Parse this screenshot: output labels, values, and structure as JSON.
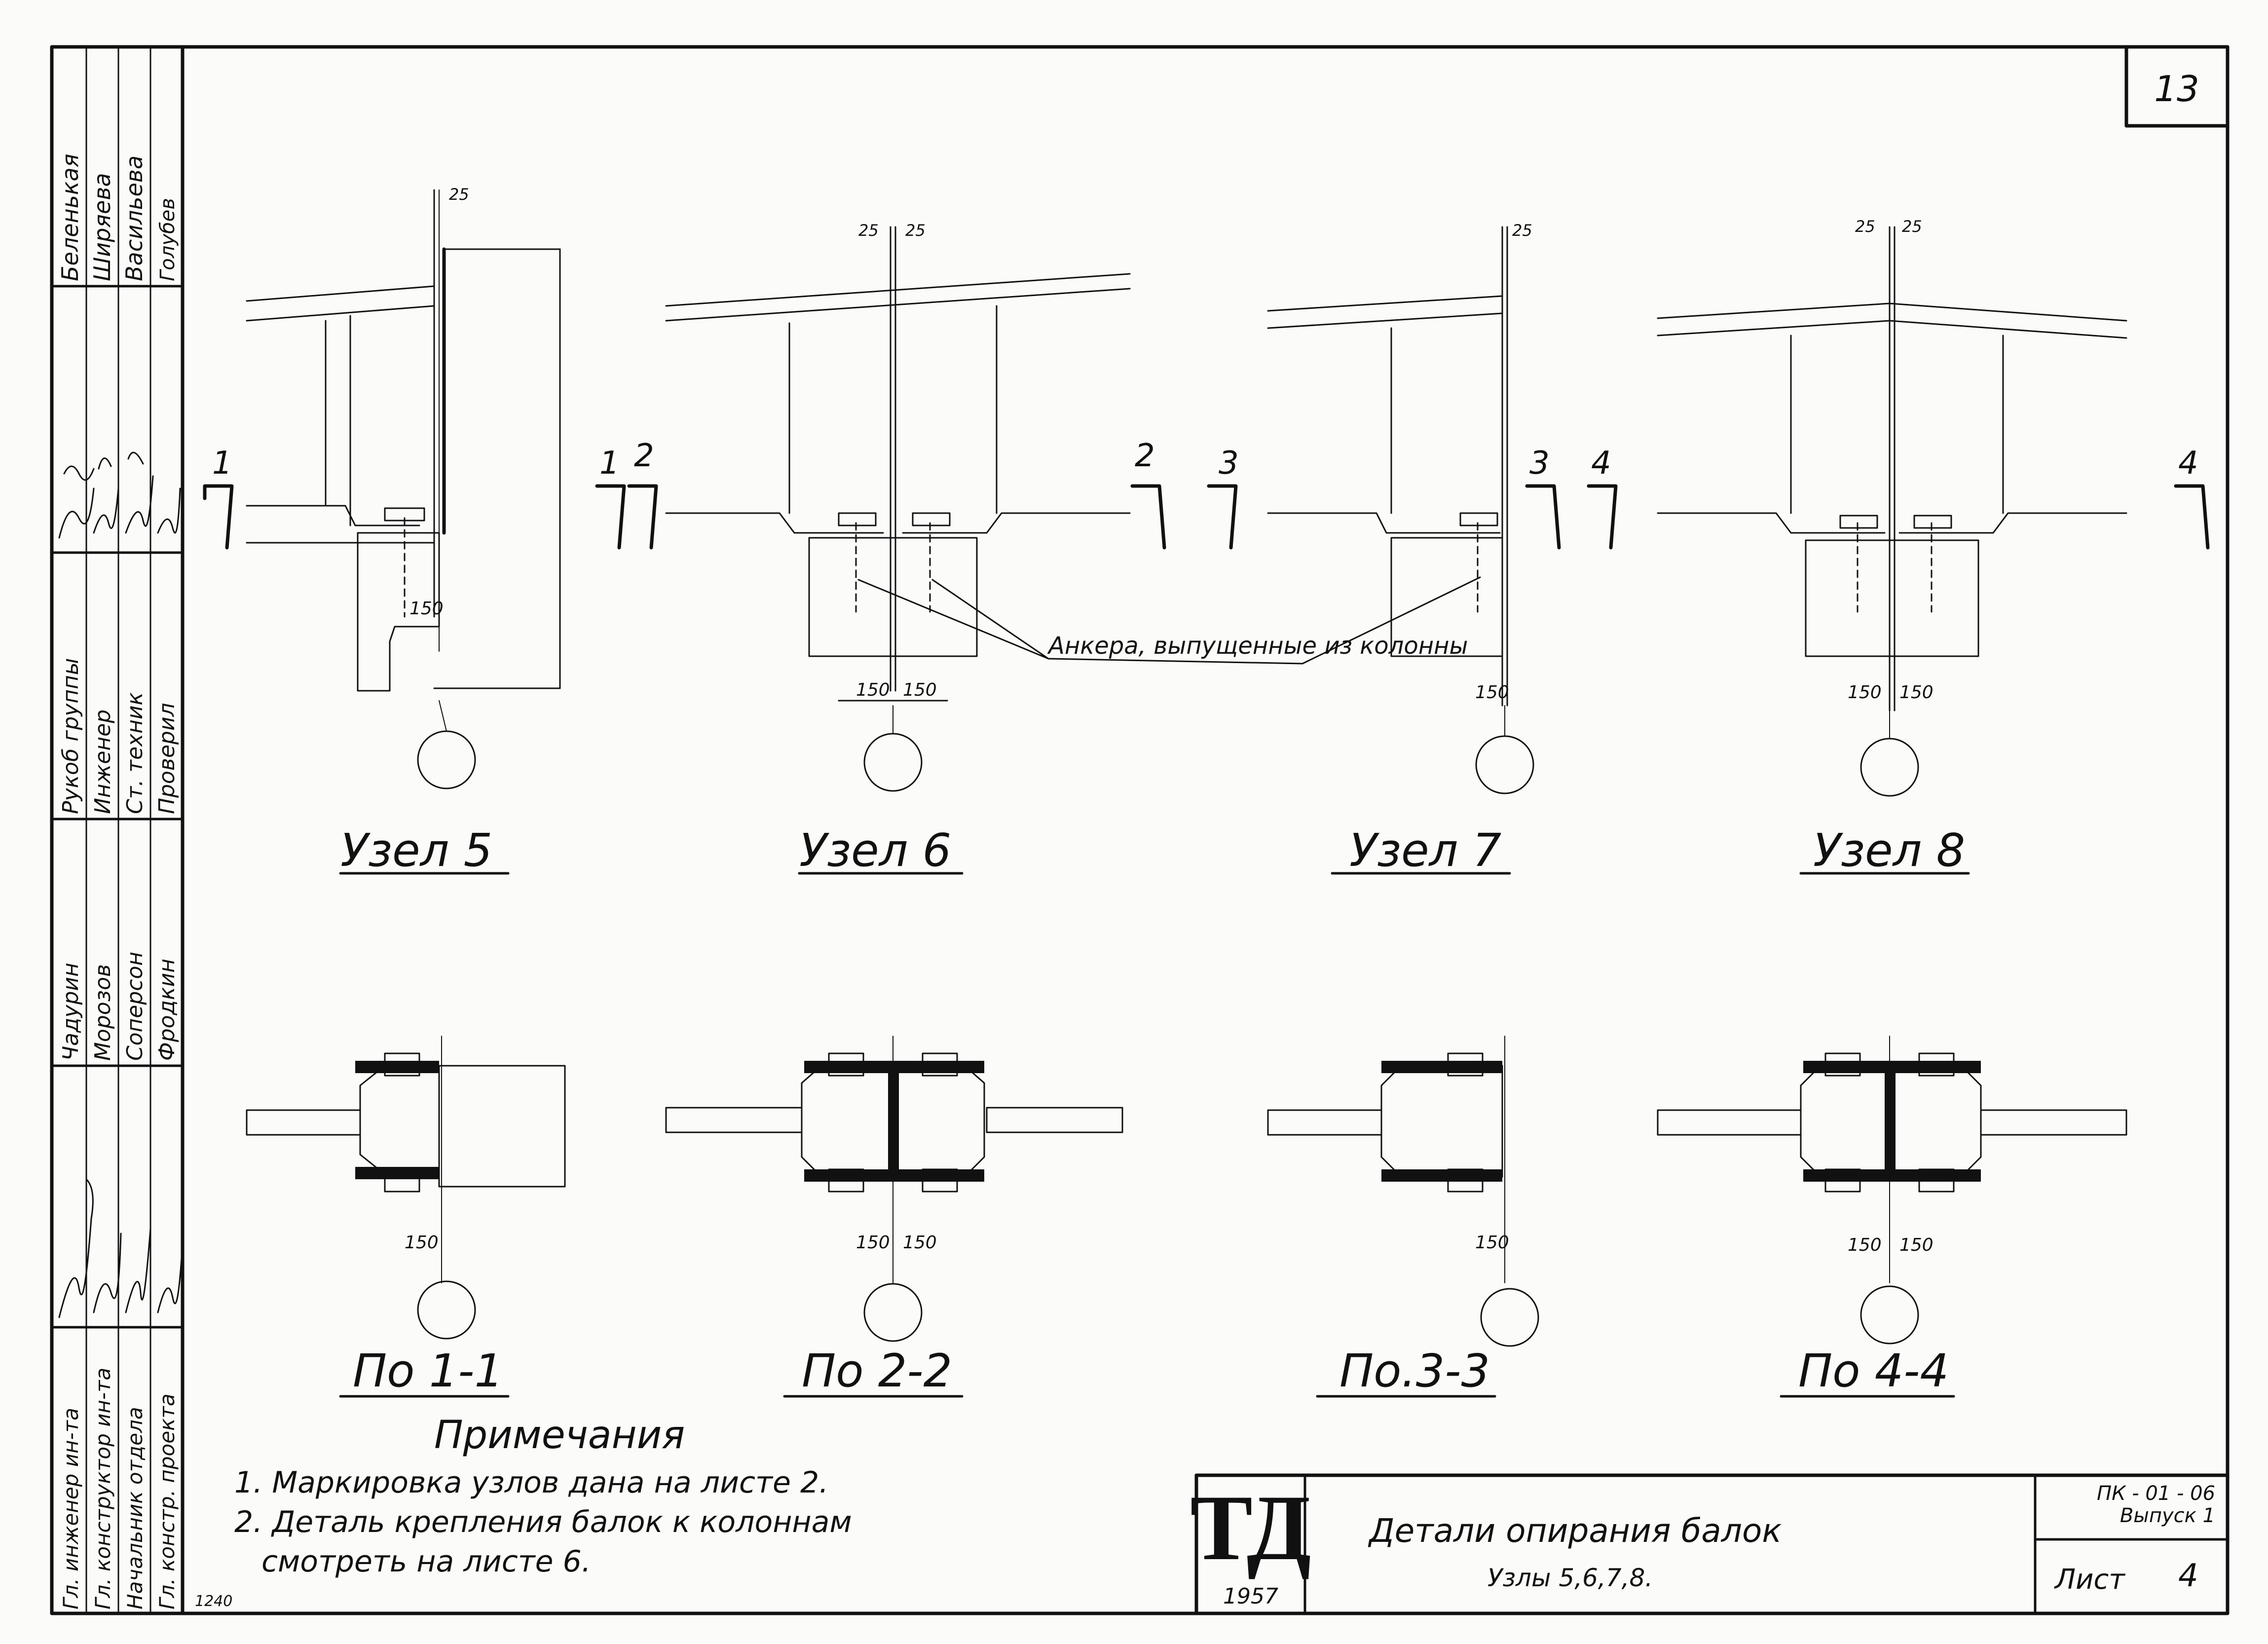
{
  "sheet": {
    "page_number": "13",
    "year": "1957",
    "logo": "ТД",
    "stamp_number": "1240"
  },
  "title_block": {
    "title": "Детали опирания балок",
    "subtitle": "Узлы 5,6,7,8.",
    "code_line1": "ПК - 01 - 06",
    "code_line2": "Выпуск 1",
    "sheet_label": "Лист",
    "sheet_no": "4"
  },
  "side_stamp": {
    "roles": [
      "Гл. инженер ин-та",
      "Гл. конструктор ин-та",
      "Начальник отдела",
      "Гл. констр. проекта"
    ],
    "names_top": [
      "Чадурин",
      "Морозов",
      "Соперсон",
      "Фродкин"
    ],
    "roles2": [
      "Рукоб группы",
      "Инженер",
      "Ст. техник",
      "Проверил"
    ],
    "names2": [
      "Беленькая",
      "Ширяева",
      "Васильева",
      "Голубев"
    ]
  },
  "nodes": [
    {
      "label": "Узел 5",
      "section": "1"
    },
    {
      "label": "Узел 6",
      "section": "2"
    },
    {
      "label": "Узел 7",
      "section": "3"
    },
    {
      "label": "Узел 8",
      "section": "4"
    }
  ],
  "sections": [
    {
      "label": "По 1-1"
    },
    {
      "label": "По 2-2"
    },
    {
      "label": "По.3-3"
    },
    {
      "label": "По 4-4"
    }
  ],
  "dims": {
    "d25": "25",
    "d150": "150"
  },
  "anchor_note": "Анкера, выпущенные из колонны",
  "notes": {
    "heading": "Примечания",
    "items": [
      "1. Маркировка узлов дана на листе 2.",
      "2. Деталь крепления балок к колоннам",
      "смотреть на листе 6."
    ]
  }
}
